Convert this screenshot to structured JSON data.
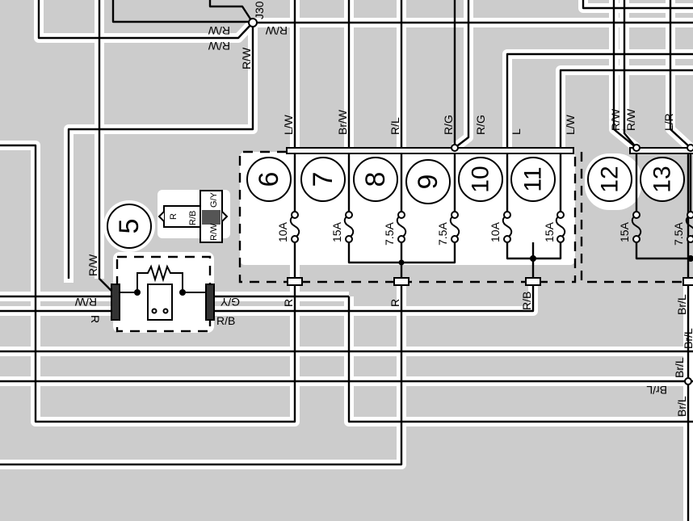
{
  "junction": "J30",
  "wires": {
    "rw_top1": "R/W",
    "rw_top2": "R/W",
    "rw_top3": "R/W",
    "rw_vert": "R/W",
    "lw1": "L/W",
    "brw": "Br/W",
    "rl": "R/L",
    "rg1": "R/G",
    "rg2": "R/G",
    "l": "L",
    "lw2": "L/W",
    "rw_a": "R/W",
    "rw_b": "R/W",
    "lr": "L/R",
    "rw_left": "R/W",
    "rw_h": "R/W",
    "r_left": "R",
    "gy": "G/Y",
    "rb": "R/B",
    "r1": "R",
    "r2": "R",
    "rb2": "R/B",
    "brl1": "Br/L",
    "brl2": "Br/L",
    "brl3": "Br/L",
    "brl4": "Br/L",
    "brl5": "Br/L"
  },
  "circuits": [
    "5",
    "6",
    "7",
    "8",
    "9",
    "10",
    "11",
    "12",
    "13"
  ],
  "fuses": [
    "10A",
    "15A",
    "7.5A",
    "7.5A",
    "10A",
    "15A",
    "15A",
    "7.5A"
  ],
  "connector5": {
    "pins": [
      "R",
      "R/B",
      "G/Y",
      "R/W"
    ]
  },
  "colors": {
    "background": "#cccccc",
    "wire": "#000000",
    "halo": "#ffffff"
  }
}
